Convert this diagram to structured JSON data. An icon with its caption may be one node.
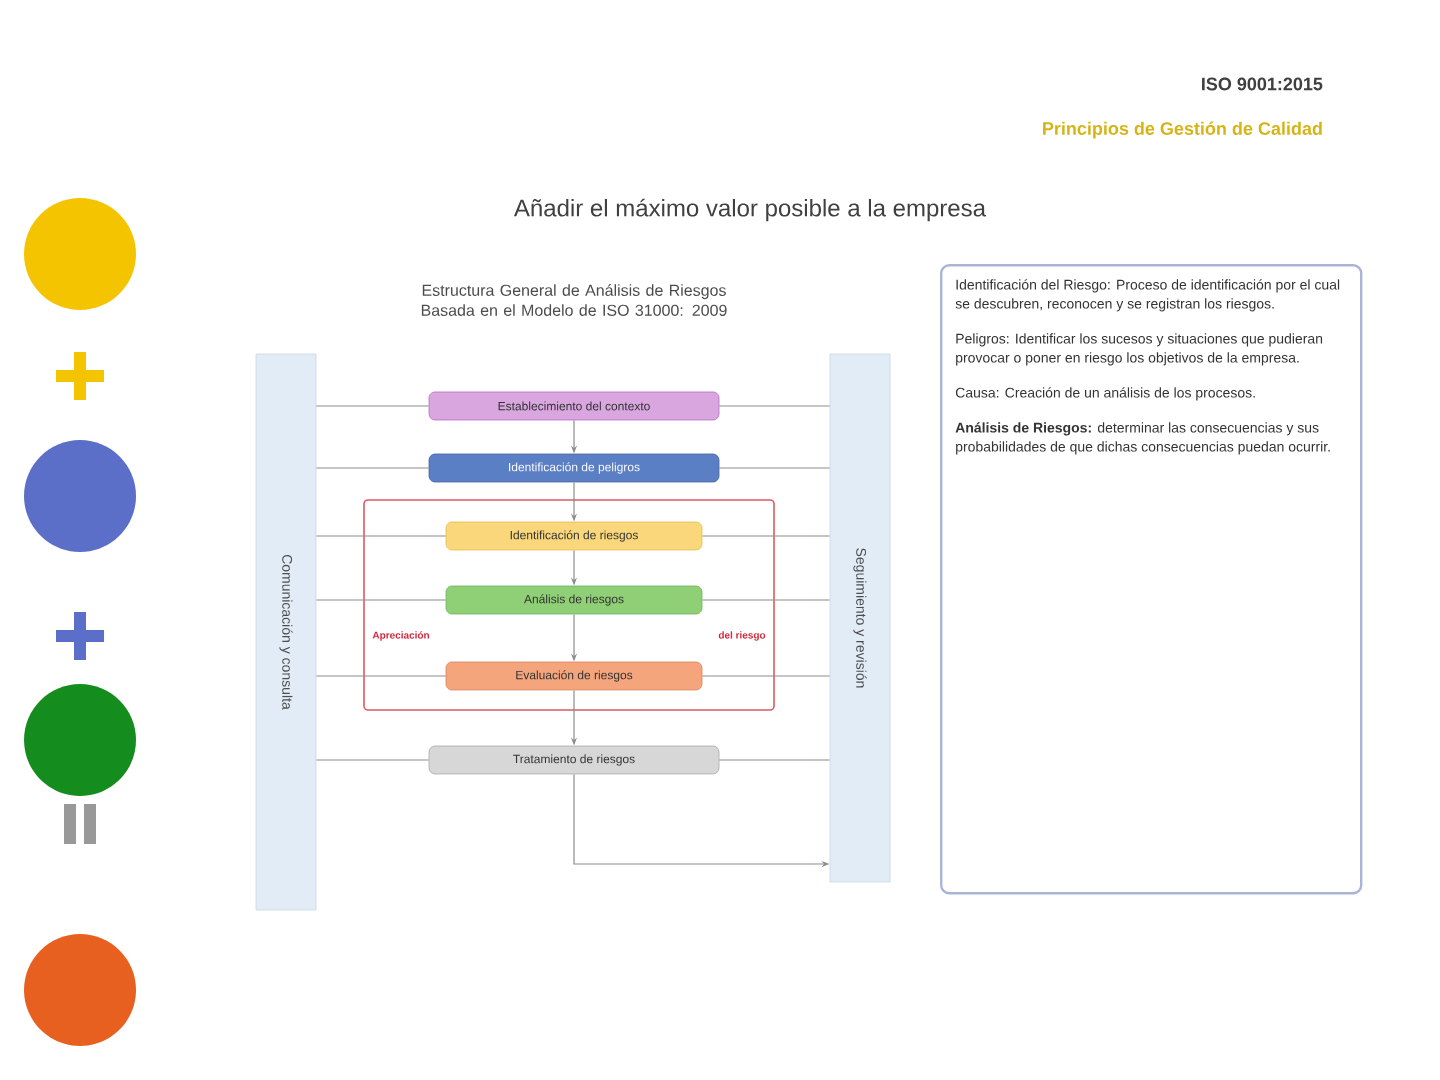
{
  "diagram": {
    "title": "Añadir el máximo valor posible a la empresa",
    "nodes": [
      {
        "text": [
          "Comunicación y consulta"
        ]
      },
      {
        "text": [
          "Seguimiento y revisión"
        ]
      },
      {
        "text": [
          "Apreciación",
          "del riesgo"
        ]
      },
      {
        "text": [
          "Establecimiento del contexto"
        ]
      },
      {
        "text": [
          "Identificación de peligros"
        ]
      },
      {
        "text": [
          "Identificación de riesgos"
        ],
        "in": 2
      },
      {
        "text": [
          "Análisis de riesgos"
        ],
        "in": 2
      },
      {
        "text": [
          "Evaluación de riesgos"
        ],
        "in": 2
      },
      {
        "text": [
          "Tratamiento de riesgos"
        ]
      },
      {
        "text": [
          "Identificación del Riesgo: Proceso de identificación por el cual se descubren, reconocen y se registran los riesgos.",
          "Peligros: Identificar los sucesos y situaciones que pudieran provocar o poner en riesgo los objetivos de la empresa.",
          "Causa: Creación de un análisis de los procesos.",
          "**Análisis de Riesgos:** determinar las consecuencias y sus probabilidades de que dichas consecuencias puedan ocurrir."
        ]
      },
      {
        "text": [],
        "shape": "circle"
      },
      {
        "text": [],
        "shape": "circle"
      },
      {
        "text": [],
        "shape": "circle"
      },
      {
        "text": [],
        "shape": "circle"
      }
    ],
    "edges": [
      {
        "from": 0,
        "to": 3,
        "arrow": "none"
      },
      {
        "from": 0,
        "to": 4,
        "arrow": "none"
      },
      {
        "from": 0,
        "to": 5,
        "arrow": "none"
      },
      {
        "from": 0,
        "to": 6,
        "arrow": "none"
      },
      {
        "from": 0,
        "to": 7,
        "arrow": "none"
      },
      {
        "from": 0,
        "to": 8,
        "arrow": "none"
      },
      {
        "from": 3,
        "to": 1,
        "arrow": "none"
      },
      {
        "from": 4,
        "to": 1,
        "arrow": "none"
      },
      {
        "from": 5,
        "to": 1,
        "arrow": "none"
      },
      {
        "from": 6,
        "to": 1,
        "arrow": "none"
      },
      {
        "from": 7,
        "to": 1,
        "arrow": "none"
      },
      {
        "from": 8,
        "to": 1,
        "arrow": "none"
      },
      {
        "from": 3,
        "to": 4,
        "arrow": "to"
      },
      {
        "from": 4,
        "to": 5,
        "arrow": "to"
      },
      {
        "from": 5,
        "to": 6,
        "arrow": "to"
      },
      {
        "from": 6,
        "to": 7,
        "arrow": "to"
      },
      {
        "from": 7,
        "to": 8,
        "arrow": "to"
      },
      {
        "from": 8,
        "to": 1,
        "arrow": "to"
      }
    ],
    "labels": [
      "ISO 9001:2015",
      "Principios de Gestión de Calidad",
      "Estructura General de Análisis de Riesgos Basada en el Modelo de ISO 31000: 2009"
    ]
  }
}
